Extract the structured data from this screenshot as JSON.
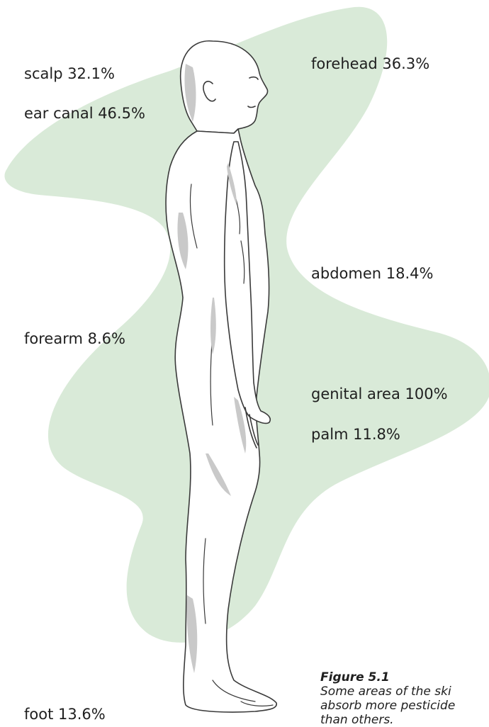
{
  "colors": {
    "blob": "#d9ead8",
    "outline": "#3a3a3a",
    "shade": "#c9c9c9"
  },
  "labels": {
    "scalp": "scalp 32.1%",
    "ear_canal": "ear canal 46.5%",
    "forehead": "forehead 36.3%",
    "abdomen": "abdomen 18.4%",
    "forearm": "forearm 8.6%",
    "genital_area": "genital area 100%",
    "palm": "palm 11.8%",
    "foot": "foot 13.6%"
  },
  "caption": {
    "title": "Figure 5.1",
    "line1": "Some areas of the ski",
    "line2": "absorb more pesticide",
    "line3": "than others."
  }
}
